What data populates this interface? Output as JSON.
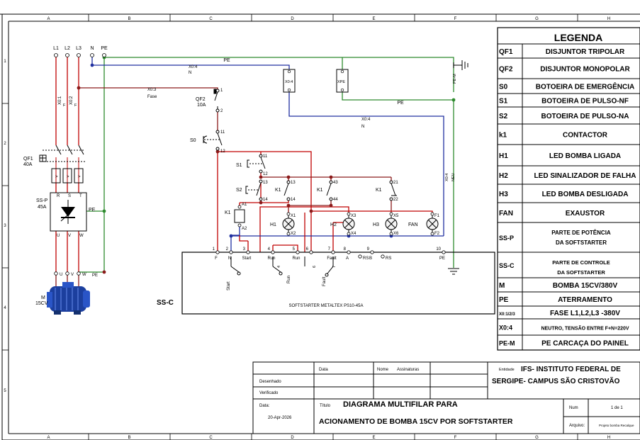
{
  "frame": {
    "col_labels": [
      "A",
      "B",
      "C",
      "D",
      "E",
      "F",
      "G",
      "H"
    ],
    "row_labels": [
      "1",
      "2",
      "3",
      "4",
      "5"
    ]
  },
  "supply": {
    "terminals": [
      "L1",
      "L2",
      "L3",
      "N",
      "PE"
    ],
    "wire_labels": {
      "pe_top": "PE",
      "x0_4_a": "X0:4",
      "n_a": "N",
      "x0_3": "X0:3",
      "fase": "Fase",
      "pe_mid": "PE",
      "x0_4_b": "X0:4",
      "n_b": "N",
      "x0_4_c": "X0:4",
      "neutral_vertical": "NEU",
      "pe_m": "PE-M"
    },
    "x0_tags": [
      "X0:1",
      "X0:2"
    ],
    "f_tag": "F"
  },
  "components": {
    "qf1": {
      "name": "QF1",
      "rating": "40A"
    },
    "ssp": {
      "name": "SS-P",
      "rating": "45A",
      "pe": "PE",
      "top_terms": [
        "R",
        "S",
        "T"
      ],
      "bot_terms": [
        "U",
        "V",
        "W"
      ]
    },
    "motor": {
      "name": "M",
      "rating": "15CV",
      "terms": [
        "U",
        "V",
        "W"
      ],
      "pe": "PE"
    },
    "qf2": {
      "name": "QF2",
      "rating": "10A",
      "t1": "1",
      "t2": "2"
    },
    "s0": {
      "name": "S0",
      "t1": "11",
      "t2": "12"
    },
    "s1": {
      "name": "S1",
      "t1": "11",
      "t2": "12"
    },
    "s2": {
      "name": "S2",
      "t1": "13",
      "t2": "14"
    },
    "k1_coil": {
      "name": "K1",
      "t1": "A1",
      "t2": "A2"
    },
    "k1_contacts": [
      {
        "name": "K1",
        "t1": "13",
        "t2": "14"
      },
      {
        "name": "K1",
        "t1": "43",
        "t2": "44"
      },
      {
        "name": "K1",
        "t1": "21",
        "t2": "22"
      }
    ],
    "lamps": [
      {
        "name": "H1",
        "t1": "X1",
        "t2": "X2"
      },
      {
        "name": "H2",
        "t1": "X3",
        "t2": "X4"
      },
      {
        "name": "H3",
        "t1": "X5",
        "t2": "X6"
      },
      {
        "name": "FAN",
        "t1": "F1",
        "t2": "F2"
      }
    ],
    "terminal_x0_4": "X0:4",
    "terminal_xpe": "XPE",
    "ssc": {
      "name": "SS-C",
      "model": "SOFTSTARTER METALTEX PS10-45A",
      "terminals": [
        {
          "n": "1",
          "label": "F"
        },
        {
          "n": "2",
          "label": "N"
        },
        {
          "n": "3",
          "label": "Start"
        },
        {
          "n": "4",
          "label": "Run"
        },
        {
          "n": "5",
          "label": "Run"
        },
        {
          "n": "6",
          "label": ""
        },
        {
          "n": "7",
          "label": "Fault"
        },
        {
          "n": "8",
          "label": "A"
        },
        {
          "n": "",
          "label": "RS"
        },
        {
          "n": "9",
          "label": "B"
        },
        {
          "n": "",
          "label": "RS"
        },
        {
          "n": "10",
          "label": "PE"
        }
      ],
      "inner_labels": [
        "Start",
        "Run",
        "Fault"
      ],
      "inner_nums": [
        "4",
        "6",
        "7"
      ]
    }
  },
  "legend": {
    "title": "LEGENDA",
    "rows": [
      {
        "code": "QF1",
        "desc": "DISJUNTOR TRIPOLAR"
      },
      {
        "code": "QF2",
        "desc": "DISJUNTOR MONOPOLAR"
      },
      {
        "code": "S0",
        "desc": "BOTOEIRA DE EMERGÊNCIA"
      },
      {
        "code": "S1",
        "desc": "BOTOEIRA DE PULSO-NF"
      },
      {
        "code": "S2",
        "desc": "BOTOEIRA DE PULSO-NA"
      },
      {
        "code": "k1",
        "desc": "CONTACTOR"
      },
      {
        "code": "H1",
        "desc": "LED BOMBA LIGADA"
      },
      {
        "code": "H2",
        "desc": "LED SINALIZADOR DE FALHA"
      },
      {
        "code": "H3",
        "desc": "LED BOMBA DESLIGADA"
      },
      {
        "code": "FAN",
        "desc": "EXAUSTOR"
      },
      {
        "code": "SS-P",
        "desc": "PARTE DE POTÊNCIA DA SOFTSTARTER"
      },
      {
        "code": "SS-C",
        "desc": "PARTE DE CONTROLE DA SOFTSTARTER"
      },
      {
        "code": "M",
        "desc": "BOMBA 15CV/380V"
      },
      {
        "code": "PE",
        "desc": "ATERRAMENTO"
      },
      {
        "code": "X0:1/2/3",
        "desc": "FASE L1,L2,L3 -380V"
      },
      {
        "code": "X0:4",
        "desc": "NEUTRO, TENSÃO ENTRE F+N=220V"
      },
      {
        "code": "PE-M",
        "desc": "PE CARCAÇA DO PAINEL"
      }
    ]
  },
  "title_block": {
    "col_data": "Data",
    "col_nome": "Nome",
    "col_assinaturas": "Assinaturas",
    "desenhado": "Desenhado",
    "verificado": "Verificado",
    "data_label": "Data:",
    "date": "20-Apr-2026",
    "titulo_label": "Título",
    "title_line1": "DIAGRAMA MULTIFILAR PARA",
    "title_line2": "ACIONAMENTO DE BOMBA 15CV POR SOFTSTARTER",
    "entidade_label": "Entidade",
    "entity_line1": "IFS- INSTITUTO FEDERAL DE",
    "entity_line2": "SERGIPE- CAMPUS SÃO CRISTOVÃO",
    "num_label": "Num",
    "num_value": "1 de 1",
    "arquivo_label": "Arquivo:",
    "arquivo_value": "Projeto bomba Recalque"
  },
  "colors": {
    "red_wire": "#c00000",
    "dark_red_wire": "#8b1a1a",
    "green_wire": "#2e8b2e",
    "blue_wire": "#2030a0",
    "grey_wire": "#909090",
    "lamp_fill": "#f4f4f4"
  }
}
